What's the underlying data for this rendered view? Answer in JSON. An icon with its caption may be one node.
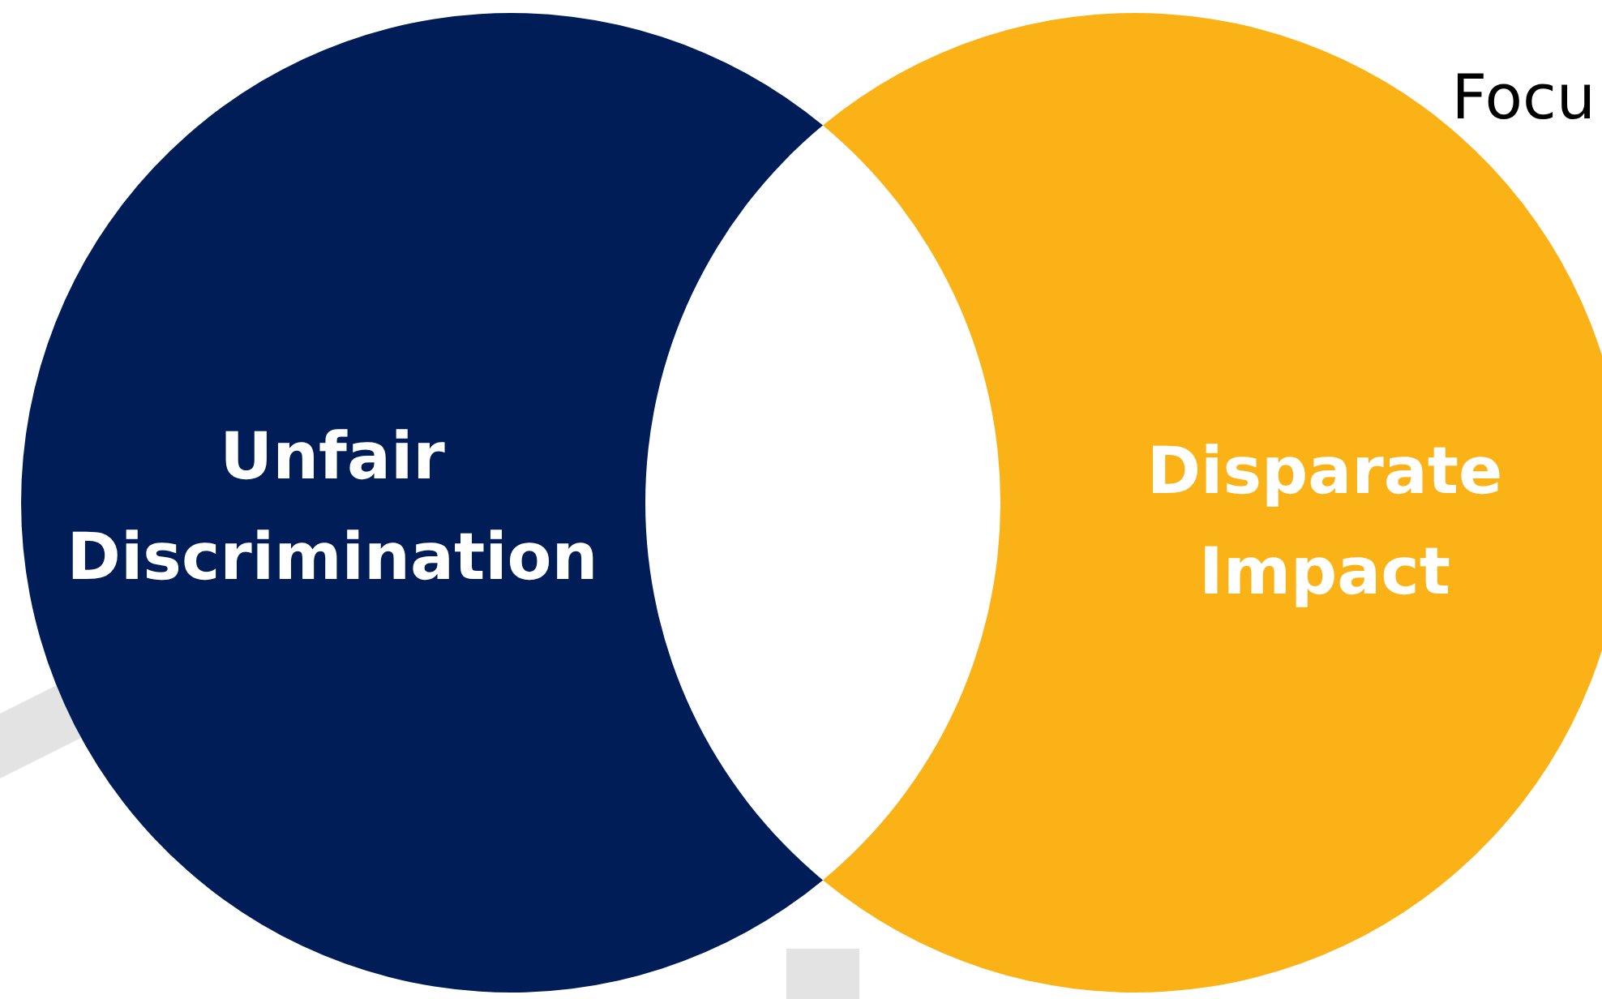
{
  "diagram": {
    "nodes": [
      {
        "text": [
          "Unfair Discrimination"
        ]
      },
      {
        "text": [
          "Disparate Impact"
        ]
      }
    ],
    "labels": [
      "Focu"
    ]
  }
}
